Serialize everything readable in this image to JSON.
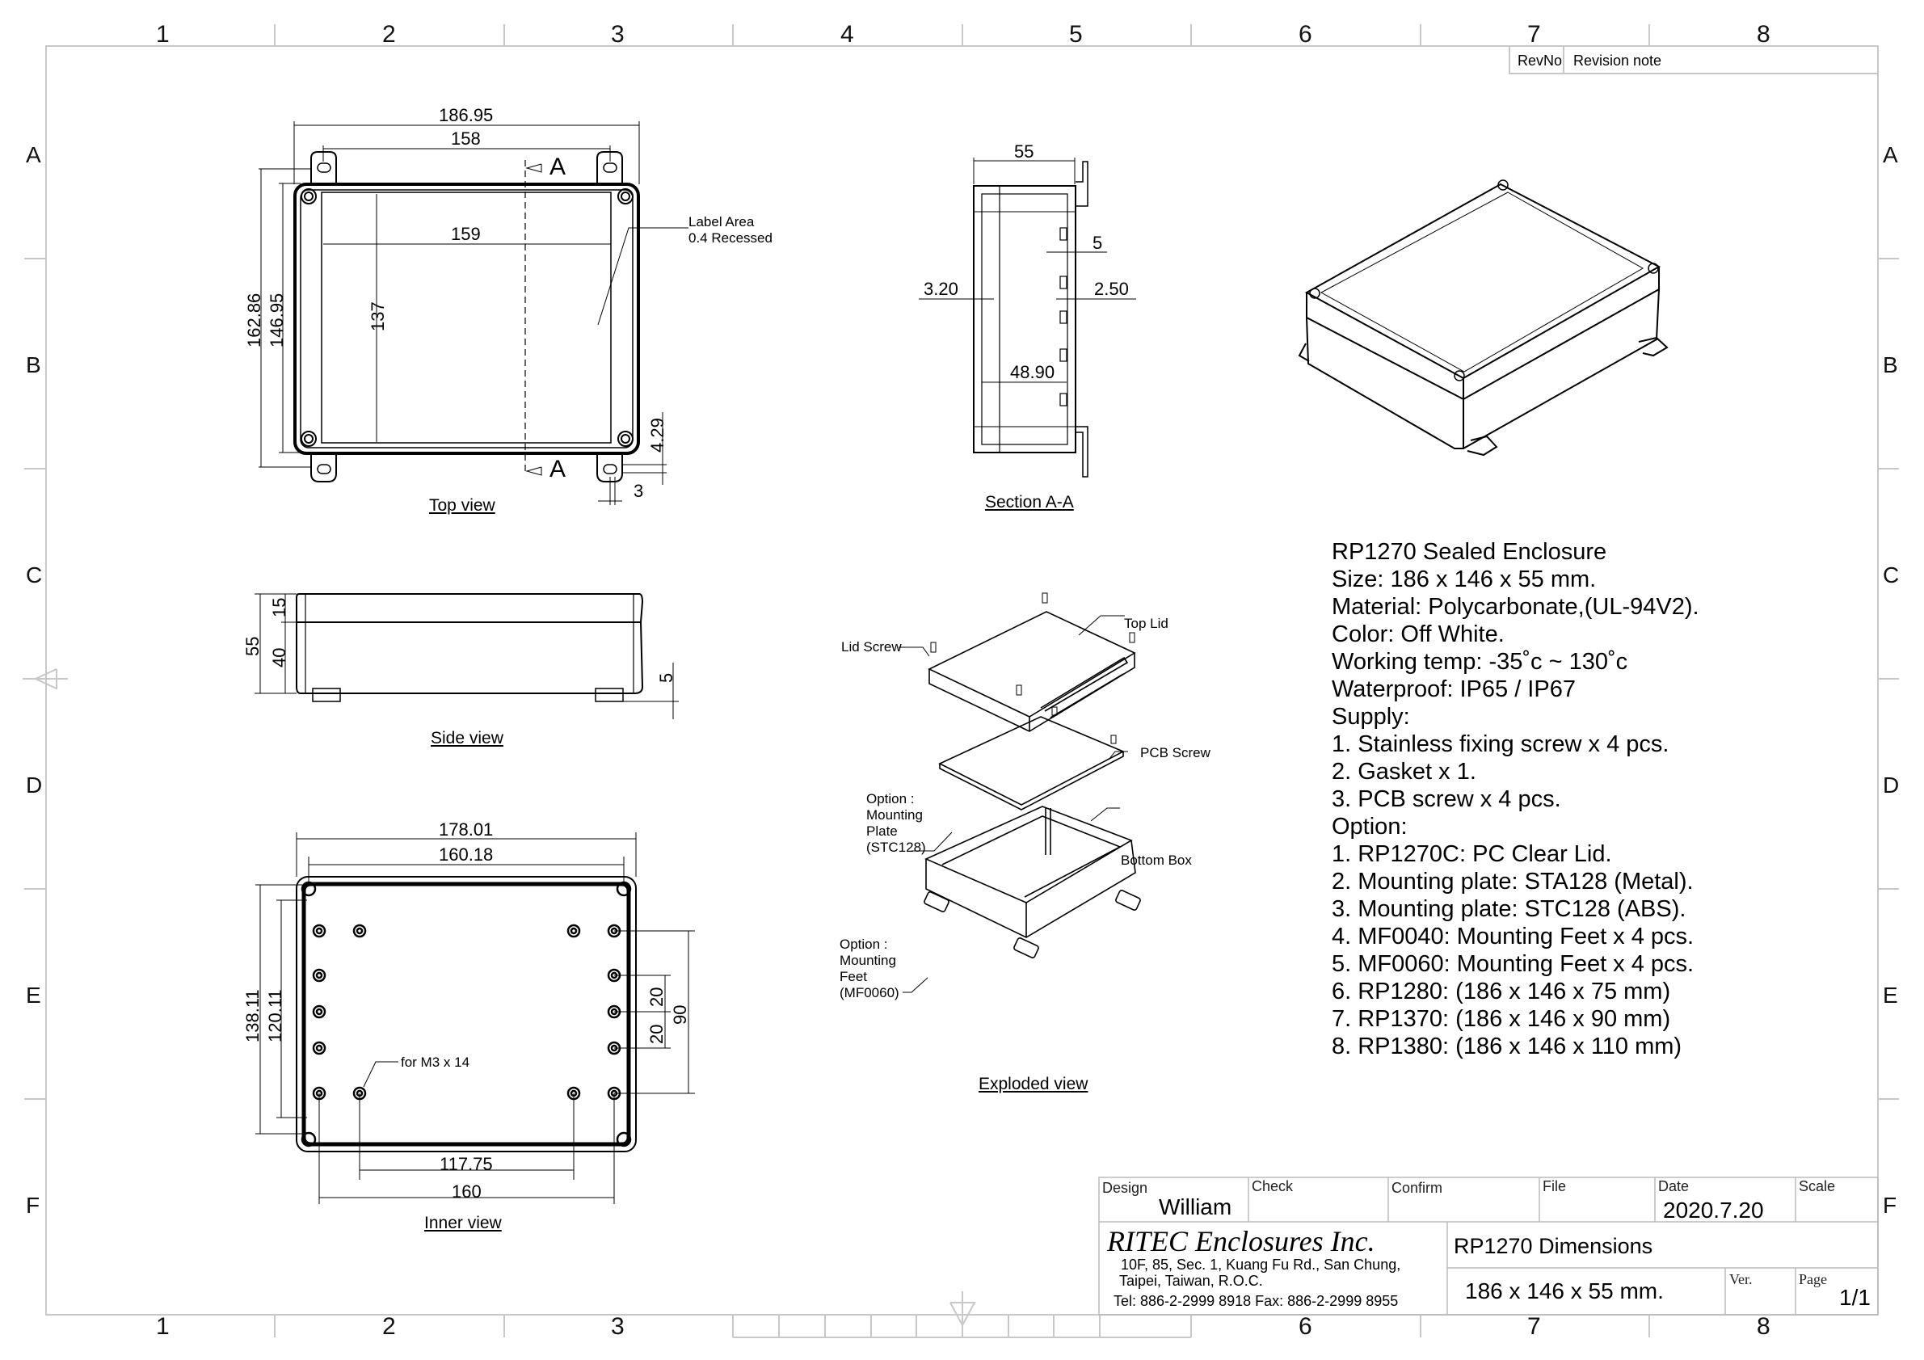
{
  "sheet": {
    "zones_top": [
      "1",
      "2",
      "3",
      "4",
      "5",
      "6",
      "7",
      "8"
    ],
    "zones_bottom": [
      "1",
      "2",
      "3",
      "6",
      "7",
      "8"
    ],
    "zones_side": [
      "A",
      "B",
      "C",
      "D",
      "E",
      "F"
    ]
  },
  "revision_table": {
    "rev_no_header": "RevNo",
    "note_header": "Revision note"
  },
  "top_view": {
    "label": "Top view",
    "dims": {
      "overall_width": "186.95",
      "mount_hole_span": "158",
      "label_width": "159",
      "label_height": "137",
      "overall_height": "162.86",
      "body_height": "146.95",
      "tab_offset": "4.29",
      "tab_slot": "3"
    },
    "section_marker": "A",
    "label_area_note": [
      "Label Area",
      "0.4 Recessed"
    ]
  },
  "section_view": {
    "label": "Section A-A",
    "dims": {
      "height": "55",
      "rib": "5",
      "wall_lid": "3.20",
      "wall_base": "2.50",
      "inner_depth": "48.90"
    }
  },
  "side_view": {
    "label": "Side view",
    "dims": {
      "total": "55",
      "lid": "15",
      "base": "40",
      "foot": "5"
    }
  },
  "inner_view": {
    "label": "Inner view",
    "dims": {
      "outer_width": "178.01",
      "inner_width": "160.18",
      "outer_height": "138.11",
      "inner_height": "120.11",
      "boss_span_inner": "117.75",
      "boss_span_outer": "160",
      "pitch_a": "20",
      "pitch_b": "20",
      "pitch_total": "90"
    },
    "boss_note": "for M3 x 14"
  },
  "exploded_view": {
    "label": "Exploded view",
    "callouts": {
      "lid_screw": "Lid Screw",
      "top_lid": "Top Lid",
      "pcb_screw": "PCB Screw",
      "mounting_plate": [
        "Option :",
        "Mounting",
        "Plate",
        "(STC128)"
      ],
      "bottom_box": "Bottom Box",
      "mounting_feet": [
        "Option :",
        "Mounting",
        "Feet",
        "(MF0060)"
      ]
    }
  },
  "specs": [
    "RP1270 Sealed Enclosure",
    "Size: 186 x 146 x 55 mm.",
    "Material: Polycarbonate,(UL-94V2).",
    "Color: Off White.",
    "Working temp: -35˚c ~ 130˚c",
    "Waterproof: IP65 / IP67",
    "Supply:",
    "1. Stainless fixing screw x 4 pcs.",
    "2. Gasket x 1.",
    "3. PCB screw x 4 pcs.",
    "Option:",
    "1. RP1270C: PC Clear Lid.",
    "2. Mounting plate: STA128 (Metal).",
    "3. Mounting plate: STC128 (ABS).",
    "4. MF0040: Mounting Feet x 4 pcs.",
    "5. MF0060: Mounting Feet x 4 pcs.",
    "6. RP1280: (186 x 146 x 75 mm)",
    "7. RP1370: (186 x 146 x 90 mm)",
    "8. RP1380: (186 x 146 x 110 mm)"
  ],
  "title_block": {
    "design_label": "Design",
    "design_value": "William",
    "check_label": "Check",
    "confirm_label": "Confirm",
    "file_label": "File",
    "date_label": "Date",
    "date_value": "2020.7.20",
    "scale_label": "Scale",
    "company": "RITEC Enclosures Inc.",
    "address_1": "10F, 85, Sec. 1, Kuang Fu Rd., San Chung,",
    "address_2": "Taipei, Taiwan, R.O.C.",
    "contact": "Tel: 886-2-2999 8918   Fax: 886-2-2999 8955",
    "drawing_title": "RP1270 Dimensions",
    "drawing_size": "186 x 146 x 55 mm.",
    "ver_label": "Ver.",
    "page_label": "Page",
    "page_value": "1/1"
  }
}
